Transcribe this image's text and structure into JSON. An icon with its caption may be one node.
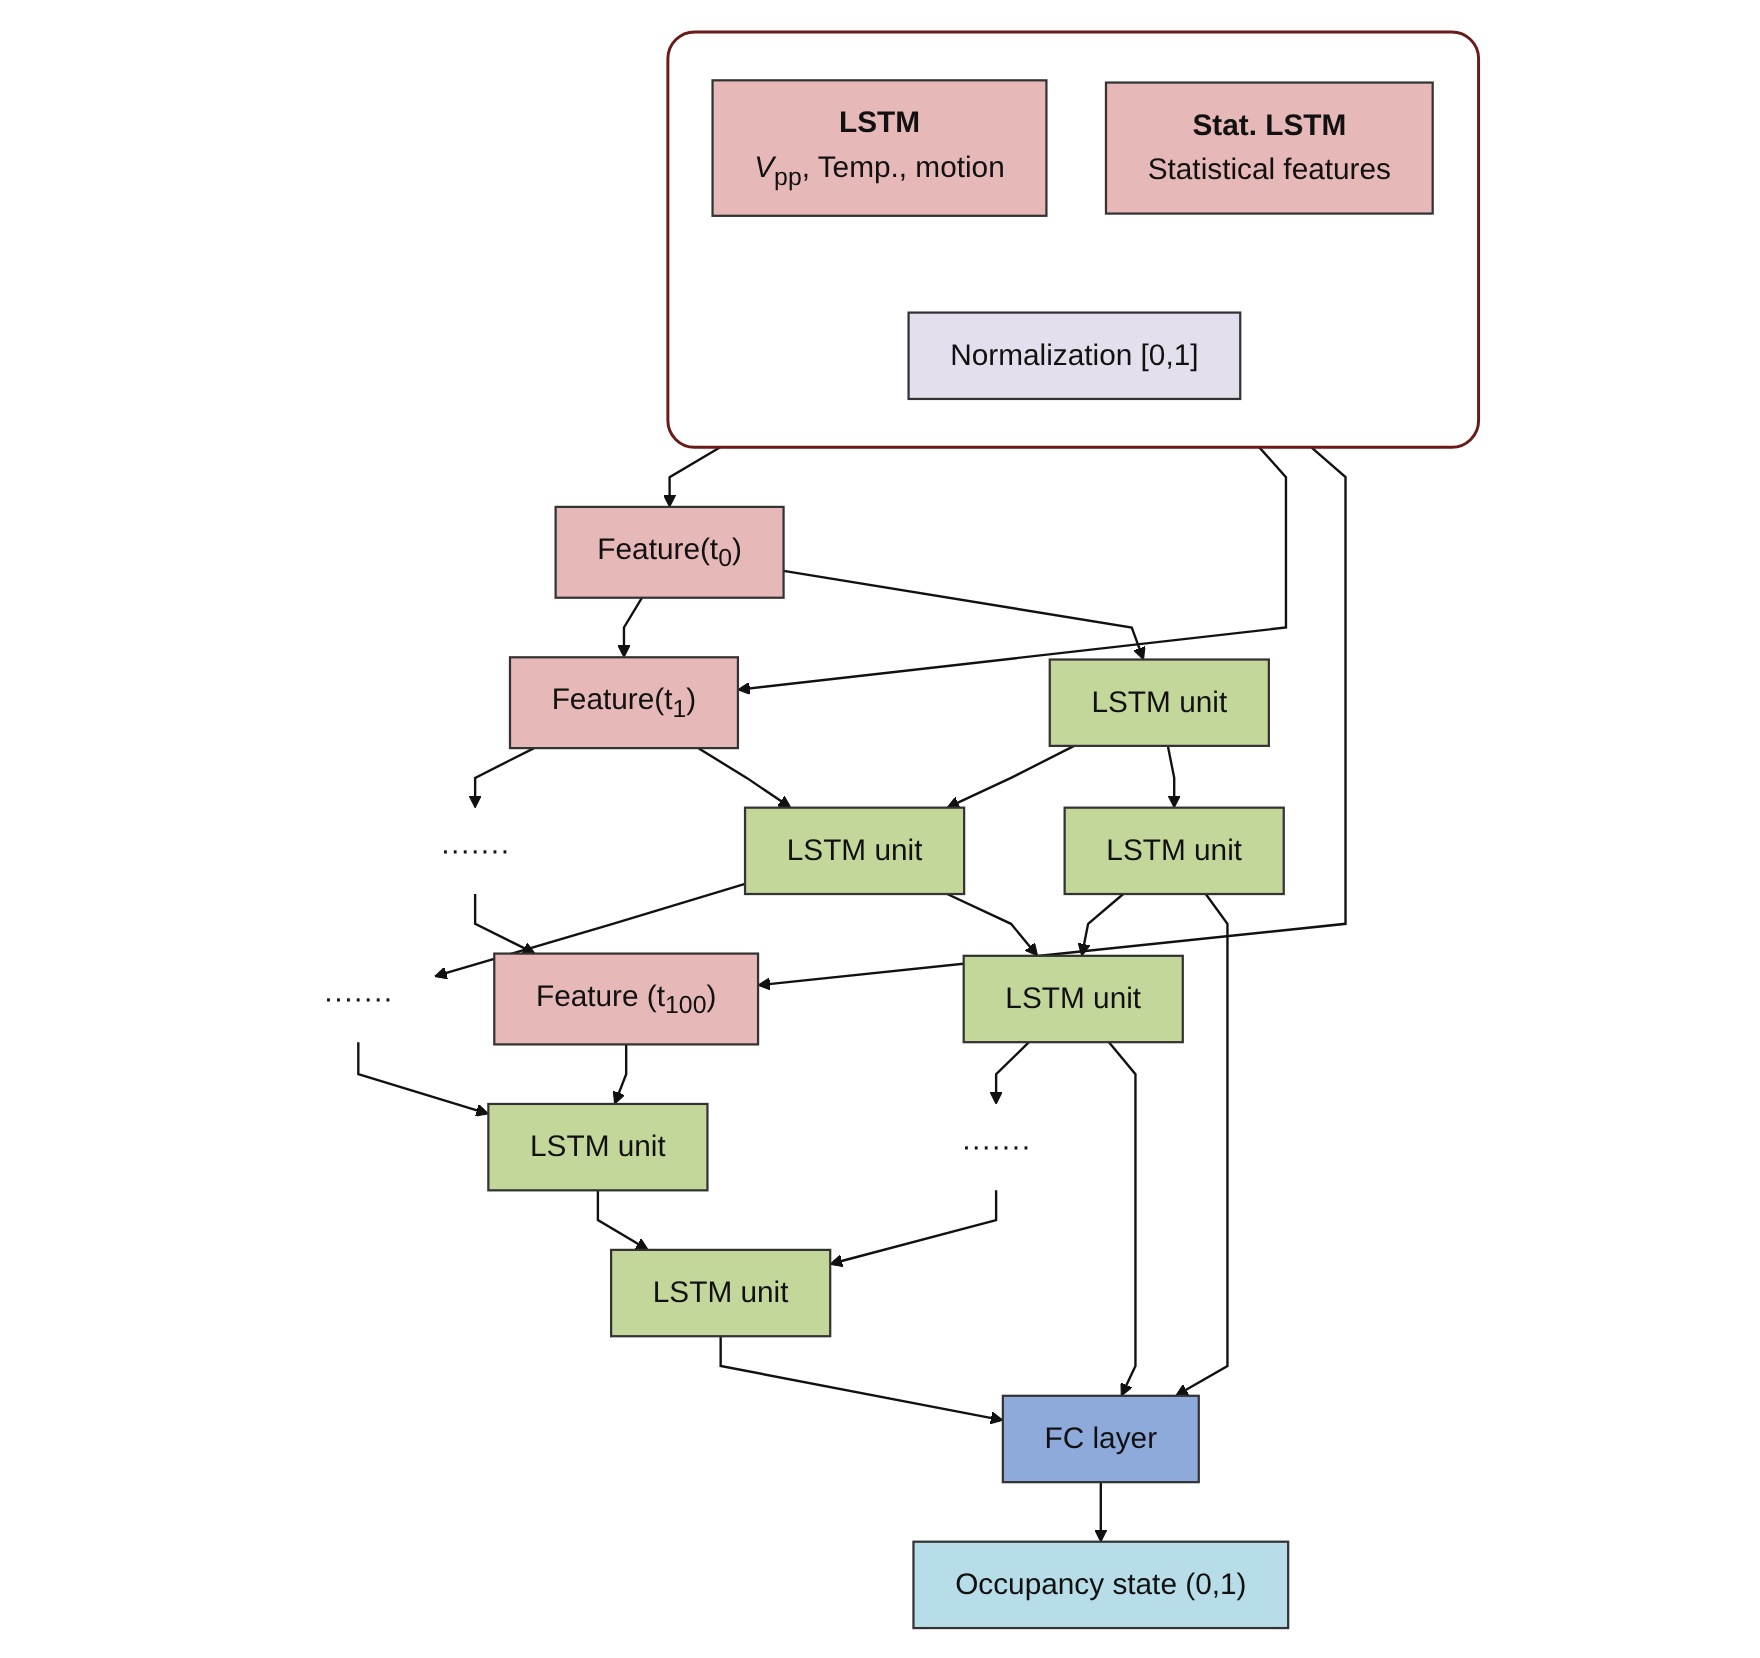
{
  "diagram": {
    "nodes": [
      {
        "text": [],
        "shape": "box"
      },
      {
        "text": [
          "LSTM",
          "*V*$_{pp}$, Temp., motion"
        ],
        "in": 0
      },
      {
        "text": [
          "Stat. LSTM",
          "Statistical features"
        ],
        "in": 0
      },
      {
        "text": [
          "Normalization [0,1]"
        ],
        "in": 0
      },
      {
        "text": [
          "Feature(t$_{0}$)"
        ]
      },
      {
        "text": [
          "Feature(t$_{1}$)"
        ]
      },
      {
        "text": [
          "·······"
        ]
      },
      {
        "text": [
          "Feature (t$_{100}$)"
        ]
      },
      {
        "text": [
          "LSTM unit"
        ]
      },
      {
        "text": [
          "LSTM unit"
        ]
      },
      {
        "text": [
          "·······"
        ]
      },
      {
        "text": [
          "LSTM unit"
        ]
      },
      {
        "text": [
          "LSTM unit"
        ]
      },
      {
        "text": [
          "LSTM unit"
        ]
      },
      {
        "text": [
          "·······"
        ]
      },
      {
        "text": [
          "LSTM unit"
        ]
      },
      {
        "text": [
          "FC layer"
        ]
      },
      {
        "text": [
          "Occupancy state (0,1)"
        ]
      }
    ],
    "edges": [
      {
        "from": 0,
        "to": 4,
        "arrow": "to"
      },
      {
        "from": 0,
        "to": 5,
        "arrow": "to"
      },
      {
        "from": 0,
        "to": 7,
        "arrow": "to"
      },
      {
        "from": 4,
        "to": 5,
        "arrow": "to"
      },
      {
        "from": 5,
        "to": 6,
        "arrow": "to"
      },
      {
        "from": 6,
        "to": 7,
        "arrow": "to"
      },
      {
        "from": 4,
        "to": 8,
        "arrow": "to"
      },
      {
        "from": 5,
        "to": 9,
        "arrow": "to"
      },
      {
        "from": 7,
        "to": 11,
        "arrow": "to"
      },
      {
        "from": 8,
        "to": 9,
        "arrow": "to"
      },
      {
        "from": 9,
        "to": 10,
        "arrow": "to"
      },
      {
        "from": 10,
        "to": 11,
        "arrow": "to"
      },
      {
        "from": 8,
        "to": 12,
        "arrow": "to"
      },
      {
        "from": 9,
        "to": 13,
        "arrow": "to"
      },
      {
        "from": 11,
        "to": 15,
        "arrow": "to"
      },
      {
        "from": 12,
        "to": 13,
        "arrow": "to"
      },
      {
        "from": 13,
        "to": 14,
        "arrow": "to"
      },
      {
        "from": 14,
        "to": 15,
        "arrow": "to"
      },
      {
        "from": 12,
        "to": 16,
        "arrow": "to"
      },
      {
        "from": 13,
        "to": 16,
        "arrow": "to"
      },
      {
        "from": 15,
        "to": 16,
        "arrow": "to"
      },
      {
        "from": 16,
        "to": 17,
        "arrow": "to"
      }
    ]
  }
}
